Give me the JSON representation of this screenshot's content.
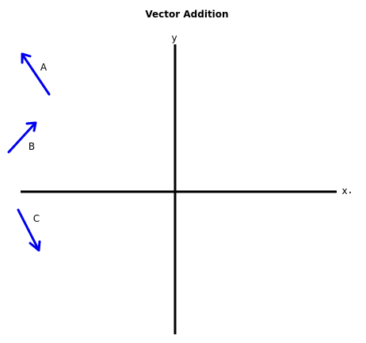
{
  "title": "Vector Addition",
  "axes": {
    "x_label": "x",
    "y_label": "y",
    "color": "#000000"
  },
  "vectors": [
    {
      "name": "A",
      "color": "#0000ee",
      "direction": "up-left"
    },
    {
      "name": "B",
      "color": "#0000ee",
      "direction": "up-right"
    },
    {
      "name": "C",
      "color": "#0000ee",
      "direction": "down-right"
    }
  ]
}
